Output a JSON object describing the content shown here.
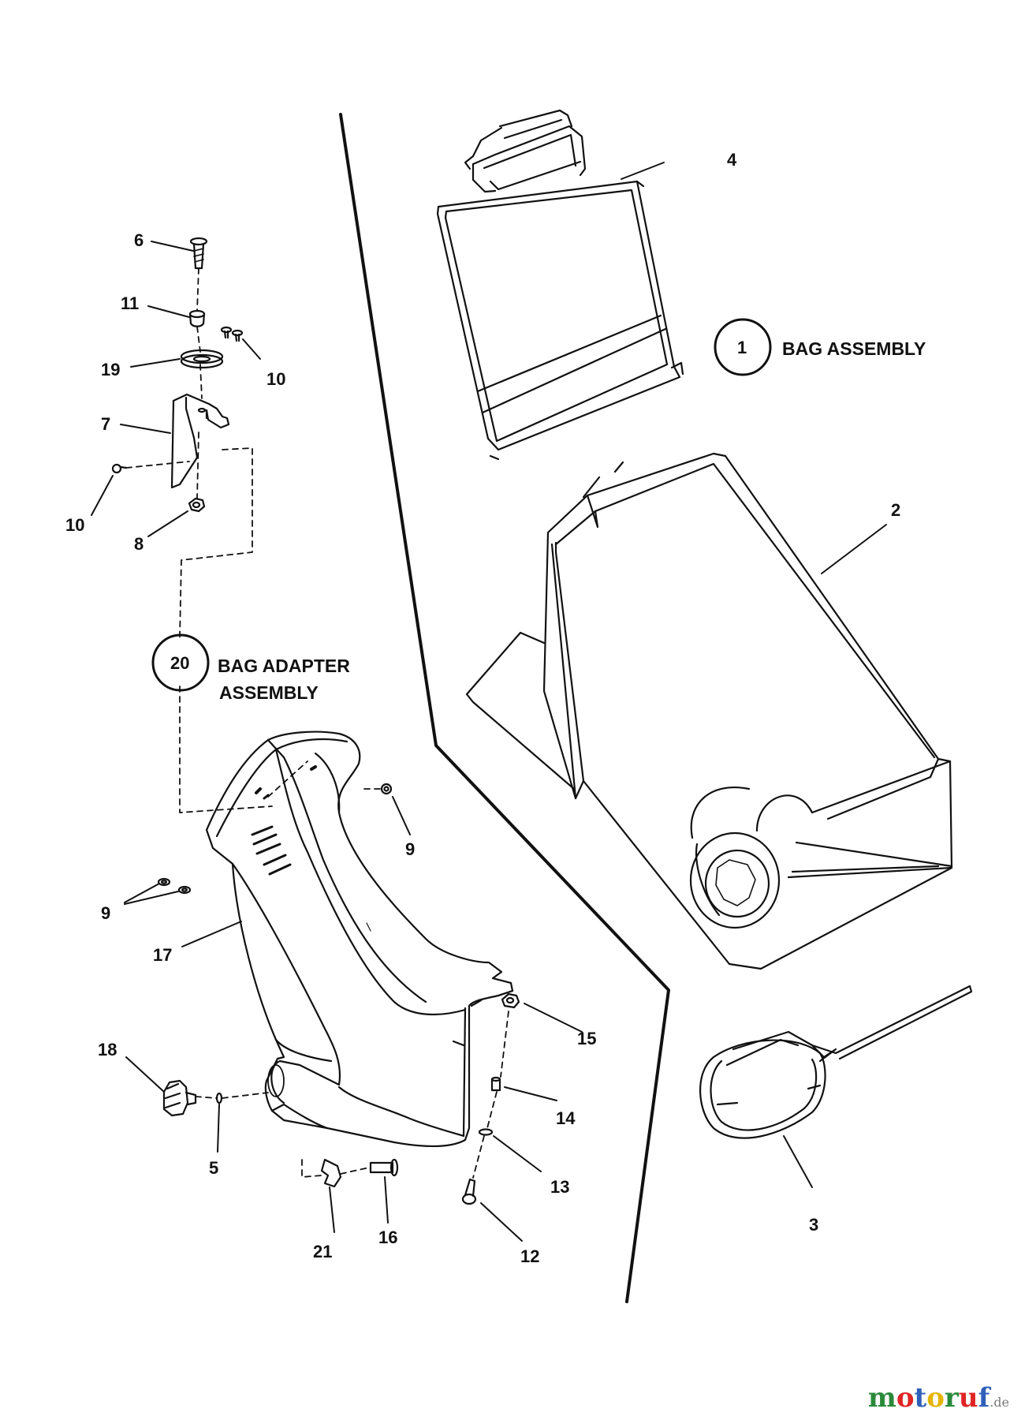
{
  "callouts": {
    "c1": "1",
    "c2": "2",
    "c3": "3",
    "c4": "4",
    "c5": "5",
    "c6": "6",
    "c7": "7",
    "c8": "8",
    "c9a": "9",
    "c9b": "9",
    "c10a": "10",
    "c10b": "10",
    "c11": "11",
    "c12": "12",
    "c13": "13",
    "c14": "14",
    "c15": "15",
    "c16": "16",
    "c17": "17",
    "c18": "18",
    "c19": "19",
    "c20": "20",
    "c21": "21"
  },
  "captions": {
    "bag_assembly": "BAG ASSEMBLY",
    "bag_adapter_line1": "BAG ADAPTER",
    "bag_adapter_line2": "ASSEMBLY"
  },
  "watermark": {
    "letters": [
      "m",
      "o",
      "t",
      "o",
      "r",
      "u",
      "f"
    ],
    "suffix": ".de",
    "colors": [
      "#2a8a3a",
      "#e02424",
      "#2f5fb8",
      "#e6b400",
      "#2a8a3a",
      "#e02424",
      "#2f5fb8"
    ]
  }
}
